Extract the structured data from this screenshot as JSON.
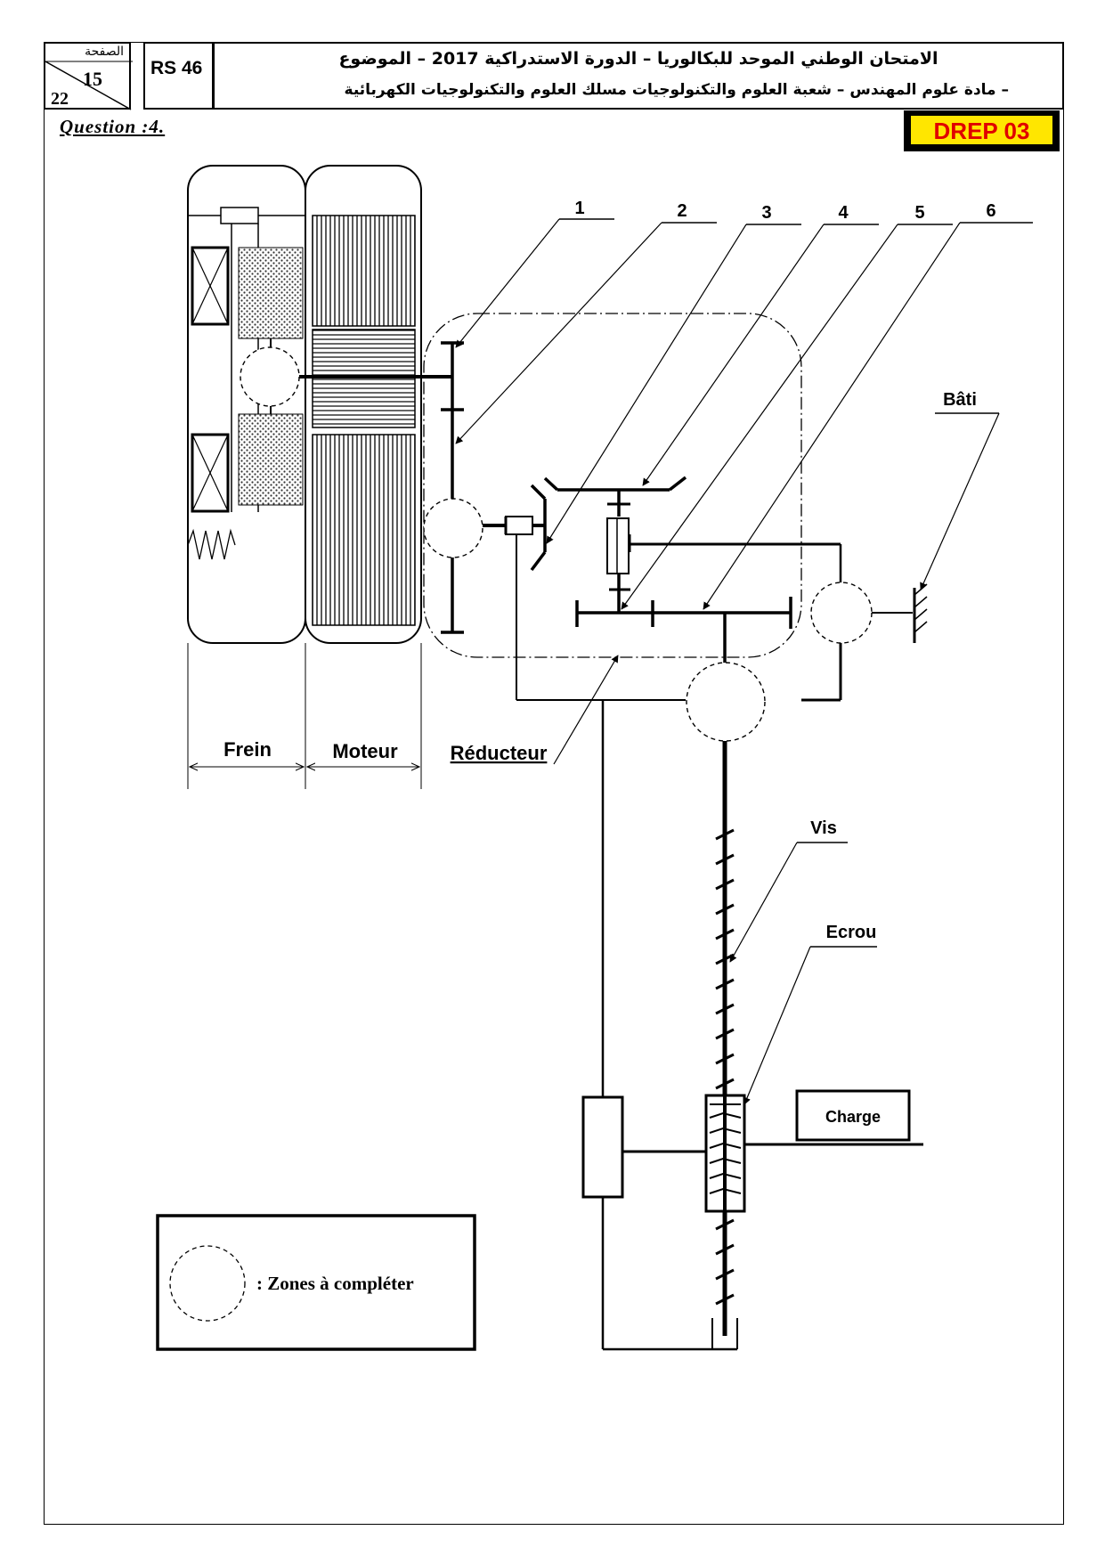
{
  "header": {
    "page_label": "الصفحة",
    "page_current": "15",
    "page_total": "22",
    "code": "RS 46",
    "title_line1": "الامتحان الوطني الموحد للبكالوريا – الدورة الاستدراكية  2017  – الموضوع",
    "title_line2": "– مادة علوم المهندس  –  شعبة العلوم والتكنولوجيات مسلك العلوم والتكنولوجيات الكهربائية"
  },
  "question_label": "Question :4.",
  "doc_ref": "DREP 03",
  "diagram": {
    "section_labels": {
      "brake": "Frein",
      "motor": "Moteur",
      "reducer": "Réducteur"
    },
    "part_numbers": [
      "1",
      "2",
      "3",
      "4",
      "5",
      "6"
    ],
    "frame_label": "Bâti",
    "screw_label": "Vis",
    "nut_label": "Ecrou",
    "load_label": "Charge",
    "legend_text": ": Zones à compléter"
  }
}
